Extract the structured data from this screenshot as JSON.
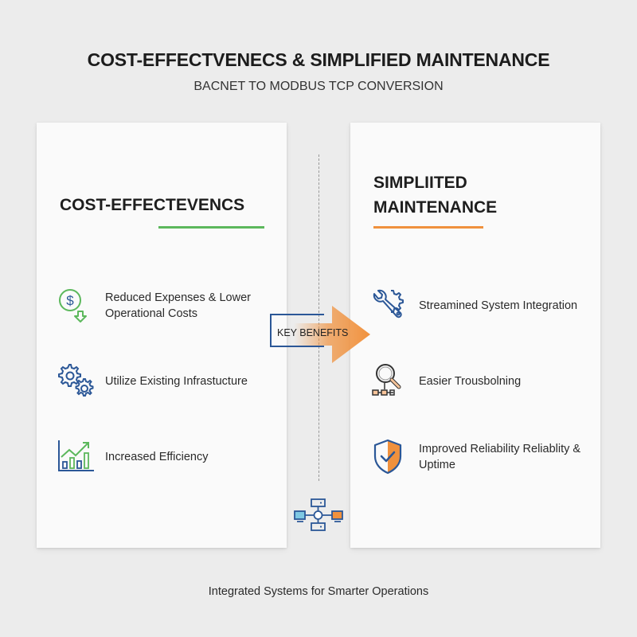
{
  "header": {
    "title": "COST-EFFECTVENECS & SIMPLIFIED MAINTENANCE",
    "subtitle": "BACNET TO MODBUS TCP CONVERSION"
  },
  "left_card": {
    "title": "COST-EFFECTEVENCS",
    "accent": "#5cb85c",
    "items": [
      {
        "icon": "dollar-down-icon",
        "label": "Reduced Expenses & Lower Operational Costs"
      },
      {
        "icon": "gears-icon",
        "label": "Utilize Existing Infrastucture"
      },
      {
        "icon": "growth-chart-icon",
        "label": "Increased Efficiency"
      }
    ]
  },
  "center": {
    "badge_label": "KEY BENEFITS",
    "arrow_color": "#f0913d",
    "box_color": "#2b5797",
    "bottom_icon": "network-icon"
  },
  "right_card": {
    "title": "SIMPLIITED MAINTENANCE",
    "accent": "#f0913d",
    "items": [
      {
        "icon": "wrench-gear-icon",
        "label": "Streamined System Integration"
      },
      {
        "icon": "magnifier-network-icon",
        "label": "Easier Trousbolning"
      },
      {
        "icon": "shield-check-icon",
        "label": "Improved Reliability Reliablity & Uptime"
      }
    ]
  },
  "footer": {
    "text": "Integrated Systems for Smarter Operations"
  }
}
